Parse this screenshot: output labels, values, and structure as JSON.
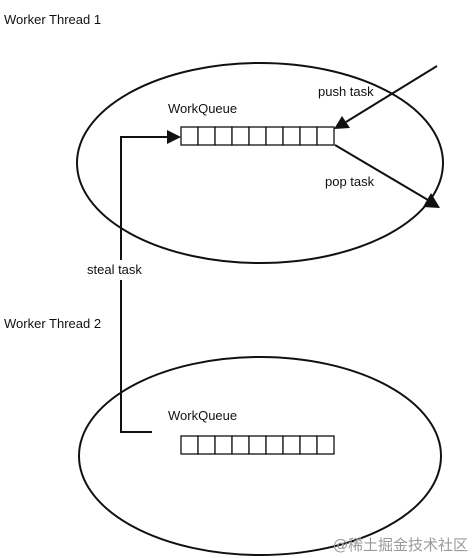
{
  "thread1": {
    "title": "Worker Thread 1",
    "queue_label": "WorkQueue",
    "queue_slots": 9
  },
  "thread2": {
    "title": "Worker Thread 2",
    "queue_label": "WorkQueue",
    "queue_slots": 9
  },
  "arrows": {
    "push": "push task",
    "pop": "pop task",
    "steal": "steal task"
  },
  "watermark": "@稀土掘金技术社区",
  "colors": {
    "stroke": "#111111",
    "background": "#ffffff",
    "watermark": "#9a9a9a"
  }
}
